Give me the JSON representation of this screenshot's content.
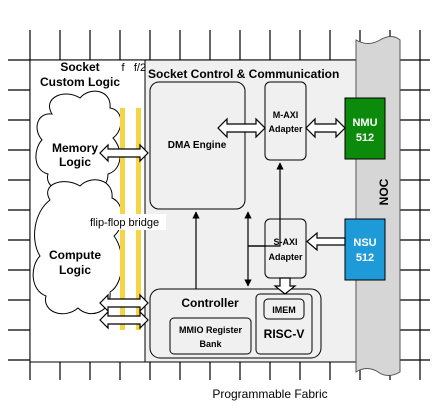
{
  "socket": {
    "title_line1": "Socket",
    "title_line2": "Custom Logic"
  },
  "clocks": {
    "f": "f",
    "f_half": "f/2"
  },
  "control": {
    "title": "Socket Control & Communication"
  },
  "memory_logic": {
    "line1": "Memory",
    "line2": "Logic"
  },
  "compute_logic": {
    "line1": "Compute",
    "line2": "Logic"
  },
  "bridge": {
    "label": "flip-flop bridge"
  },
  "dma": {
    "label": "DMA Engine"
  },
  "maxi": {
    "line1": "M-AXI",
    "line2": "Adapter"
  },
  "saxi": {
    "line1": "S-AXI",
    "line2": "Adapter"
  },
  "nmu": {
    "line1": "NMU",
    "line2": "512",
    "color": "#0b8a0b"
  },
  "nsu": {
    "line1": "NSU",
    "line2": "512",
    "color": "#1f9ad8"
  },
  "noc": {
    "label": "NOC"
  },
  "controller": {
    "title": "Controller"
  },
  "mmio": {
    "line1": "MMIO Register",
    "line2": "Bank"
  },
  "riscv": {
    "imem": "IMEM",
    "label": "RISC-V"
  },
  "fabric": {
    "label": "Programmable Fabric"
  }
}
